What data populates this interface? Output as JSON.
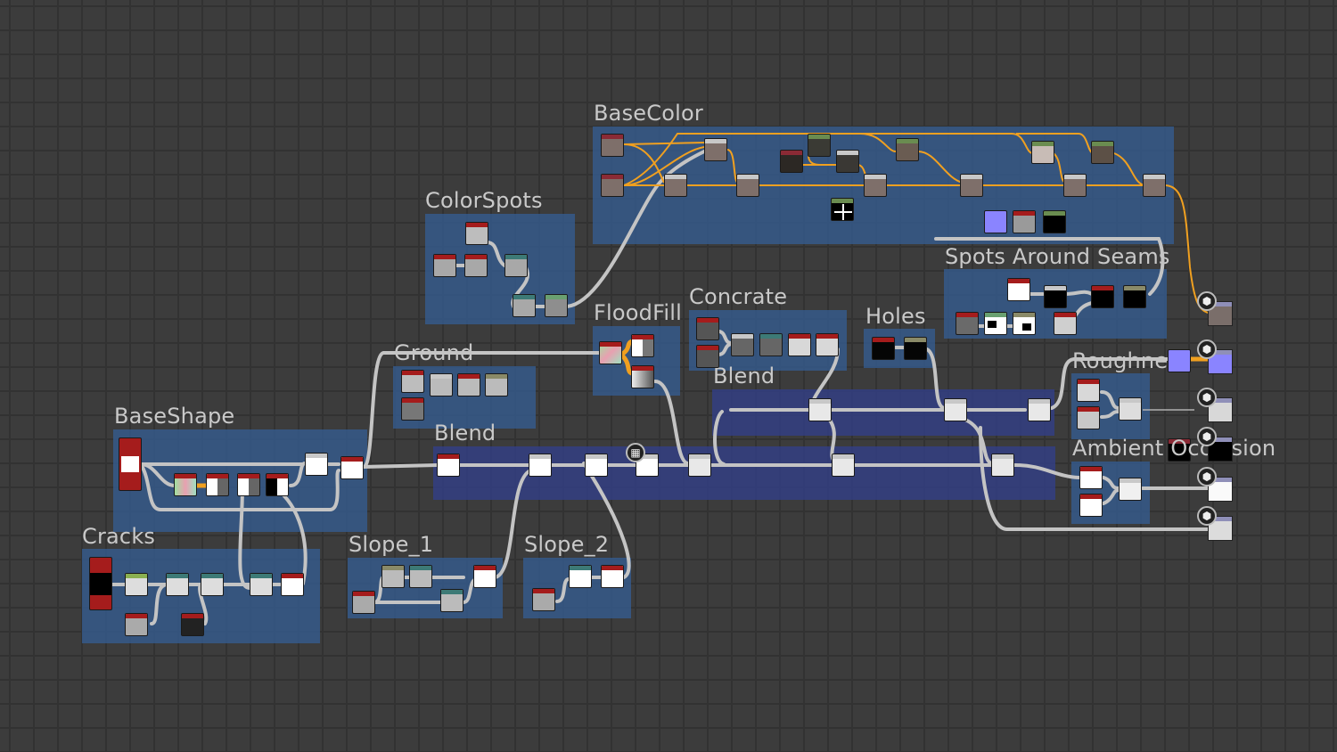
{
  "app": {
    "view": "node-graph-editor"
  },
  "frames": [
    {
      "id": "basecolor",
      "title": "BaseColor"
    },
    {
      "id": "colorspots",
      "title": "ColorSpots"
    },
    {
      "id": "spots_around_seams",
      "title": "Spots Around Seams"
    },
    {
      "id": "floodfill",
      "title": "FloodFill"
    },
    {
      "id": "concrate",
      "title": "Concrate"
    },
    {
      "id": "holes",
      "title": "Holes"
    },
    {
      "id": "ground",
      "title": "Ground"
    },
    {
      "id": "blend_upper",
      "title": "Blend"
    },
    {
      "id": "blend_main",
      "title": "Blend"
    },
    {
      "id": "roughness",
      "title": "Roughne"
    },
    {
      "id": "ambient_occlusion",
      "title": "Ambient Occlusion"
    },
    {
      "id": "baseshape",
      "title": "BaseShape"
    },
    {
      "id": "cracks",
      "title": "Cracks"
    },
    {
      "id": "slope_1",
      "title": "Slope_1"
    },
    {
      "id": "slope_2",
      "title": "Slope_2"
    }
  ],
  "outputs": [
    {
      "name": "basecolor-output",
      "icon": "cube-icon"
    },
    {
      "name": "normal-output",
      "icon": "cube-icon"
    },
    {
      "name": "roughness-output",
      "icon": "cube-icon"
    },
    {
      "name": "metallic-output",
      "icon": "cube-icon"
    },
    {
      "name": "ambient-occlusion-output",
      "icon": "cube-icon"
    },
    {
      "name": "height-output",
      "icon": "cube-icon"
    }
  ],
  "colors": {
    "canvas": "#3c3c3c",
    "frame": "#345a8c",
    "blend_frame": "#323e82",
    "color_wire": "#f0a020",
    "gray_wire": "#c4c4c4",
    "header_red": "#a51c1c",
    "header_green": "#6a8c50",
    "header_teal": "#3d7a76",
    "header_olive": "#8a8a68",
    "header_light": "#c8c8c8"
  }
}
